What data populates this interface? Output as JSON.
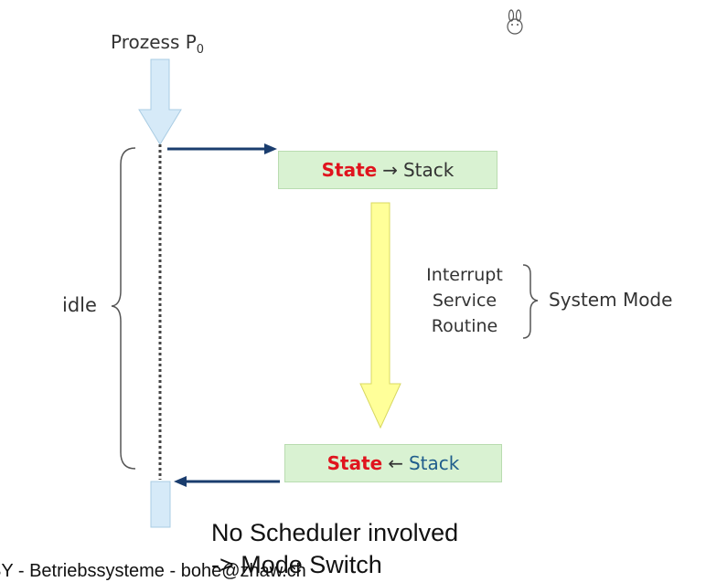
{
  "process_label": "Prozess P",
  "process_subscript": "0",
  "idle_label": "idle",
  "box_top": {
    "state": "State",
    "arrow": "→",
    "target": "Stack"
  },
  "box_bottom": {
    "state": "State",
    "arrow": "←",
    "target": "Stack"
  },
  "isr_lines": [
    "Interrupt",
    "Service",
    "Routine"
  ],
  "system_mode_label": "System Mode",
  "note_line1": "No Scheduler involved",
  "note_line2": "-> Mode Switch",
  "footer": "SY - Betriebssysteme - bohe@zhaw.ch",
  "colors": {
    "process_arrow": "#d6eaf8",
    "process_arrow_border": "#a9cce3",
    "box_fill": "#d9f2d2",
    "state_red": "#e0141e",
    "flow_arrow": "#1a3d6e",
    "isr_arrow": "#ffff99",
    "isr_arrow_border": "#d8d860"
  },
  "icon": "bunny-icon"
}
